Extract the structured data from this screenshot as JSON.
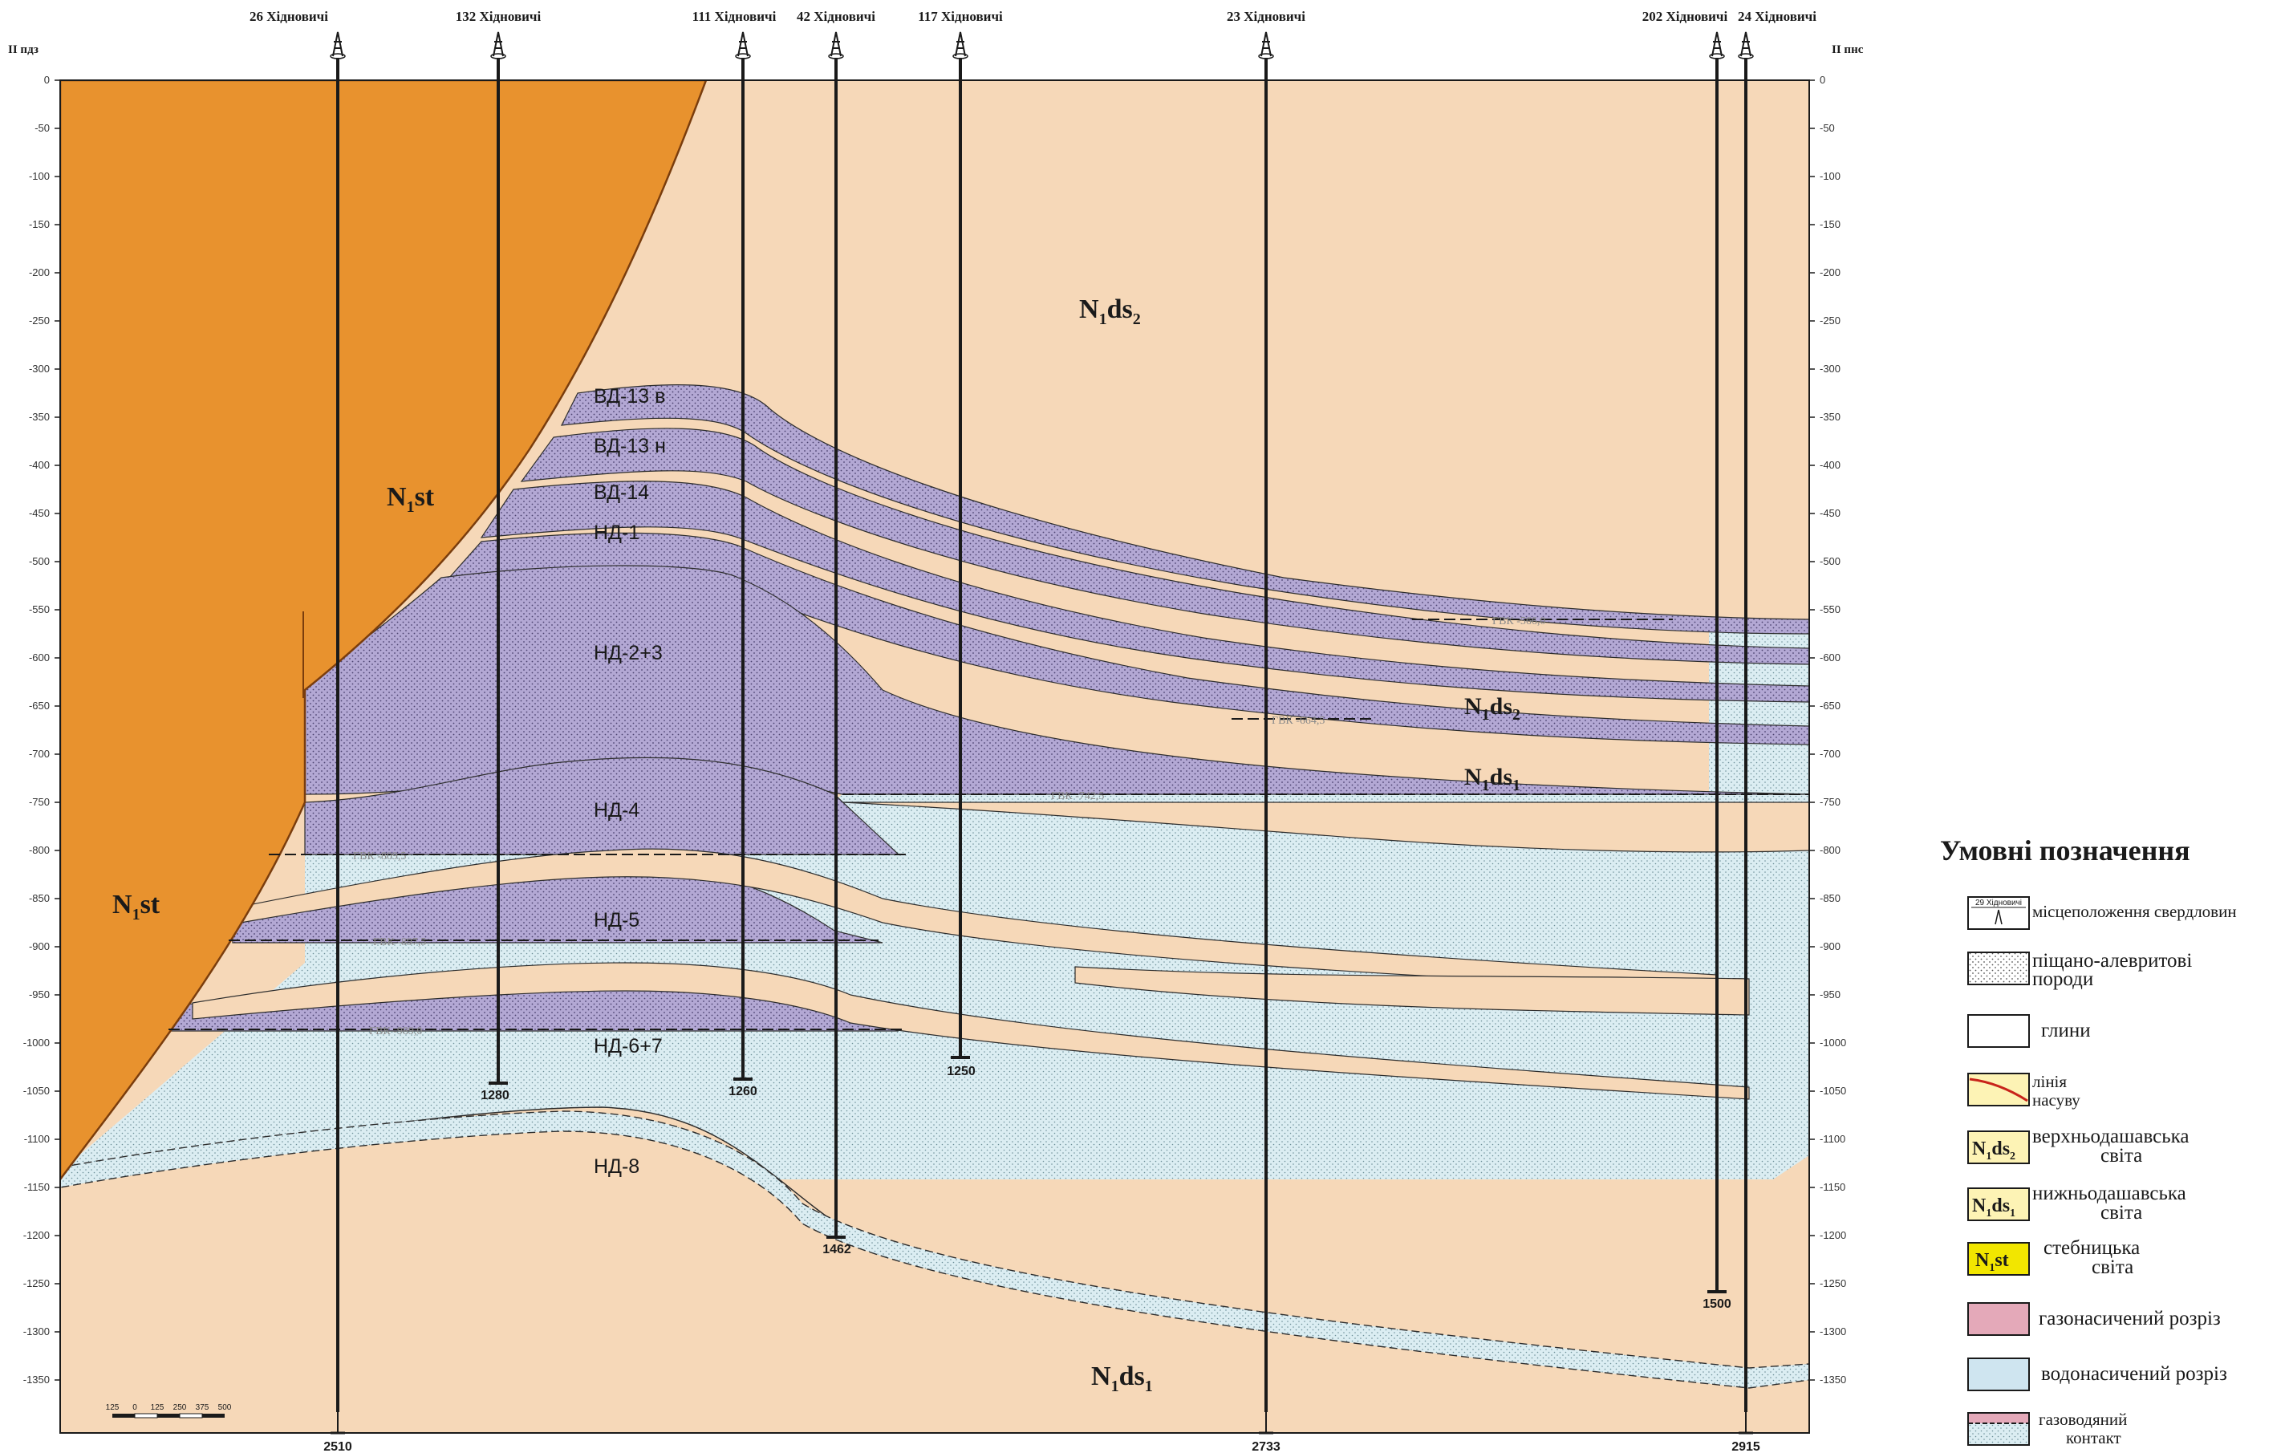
{
  "corner_labels": {
    "left": "II пдз",
    "right": "II пнс"
  },
  "wells": [
    {
      "name": "26 Хідновичі",
      "depth": "2510"
    },
    {
      "name": "132 Хідновичі",
      "depth": "1280"
    },
    {
      "name": "111 Хідновичі",
      "depth": "1260"
    },
    {
      "name": "42 Хідновичі",
      "depth": "1462"
    },
    {
      "name": "117 Хідновичі",
      "depth": "1250"
    },
    {
      "name": "23 Хідновичі",
      "depth": "2733"
    },
    {
      "name": "202 Хідновичі",
      "depth": "1500"
    },
    {
      "name": "24 Хідновичі",
      "depth": "2915"
    }
  ],
  "depth_axis": {
    "ticks": [
      "0",
      "-50",
      "-100",
      "-150",
      "-200",
      "-250",
      "-300",
      "-350",
      "-400",
      "-450",
      "-500",
      "-550",
      "-600",
      "-650",
      "-700",
      "-750",
      "-800",
      "-850",
      "-900",
      "-950",
      "-1000",
      "-1050",
      "-1100",
      "-1150",
      "-1200",
      "-1250",
      "-1300",
      "-1350"
    ]
  },
  "layers": {
    "vd13v": "ВД-13 в",
    "vd13n": "ВД-13 н",
    "vd14": "ВД-14",
    "nd1": "НД-1",
    "nd23": "НД-2+3",
    "nd4": "НД-4",
    "nd5": "НД-5",
    "nd67": "НД-6+7",
    "nd8": "НД-8"
  },
  "formations": {
    "nst_upper": {
      "main_a": "N",
      "sub": "1",
      "main_b": "st"
    },
    "nst_lower": {
      "main_a": "N",
      "sub": "1",
      "main_b": "st"
    },
    "nds2_top": {
      "main_a": "N",
      "sub_a": "1",
      "main_b": "ds",
      "sub_b": "2"
    },
    "nds2_mid": {
      "main_a": "N",
      "sub_a": "1",
      "main_b": "ds",
      "sub_b": "2"
    },
    "nds1_mid": {
      "main_a": "N",
      "sub_a": "1",
      "main_b": "ds",
      "sub_b": "1"
    },
    "nds1_bottom": {
      "main_a": "N",
      "sub_a": "1",
      "main_b": "ds",
      "sub_b": "1"
    }
  },
  "contacts": {
    "gwc_566": "ГВК -566,0",
    "gwc_664": "ГВК -664,5",
    "gwc_742": "ГВК -742,5",
    "gwc_809": "ГВК -809,5",
    "gwc_897": "ГВК -897,5",
    "gwc_989": "ГВК -989,0"
  },
  "scale_bar": {
    "labels": [
      "125",
      "0",
      "125",
      "250",
      "375",
      "500"
    ]
  },
  "legend": {
    "title": "Умовні позначення",
    "well_swatch_text": "29 Хідновичі",
    "items": {
      "well_location": "місцеположення свердловин",
      "sand_line1": "піщано-алевритові",
      "sand_line2": "породи",
      "clay": "глини",
      "thrust_line1": "лінія",
      "thrust_line2": "насуву",
      "upper_ds_line1": "верхньодашавська",
      "upper_ds_line2": "світа",
      "lower_ds_line1": "нижньодашавська",
      "lower_ds_line2": "світа",
      "stebnyk_line1": "стебницька",
      "stebnyk_line2": "світа",
      "gas": "газонасичений розріз",
      "water": "водонасичений розріз",
      "gwc_line1": "газоводяний",
      "gwc_line2": "контакт"
    }
  },
  "colors": {
    "stebnyk": "#e8922e",
    "clay": "#f6d8b8",
    "gas_sand": "#b3a8d4",
    "water_sand": "#dbedf2",
    "legend_gas": "#e4a9b9",
    "legend_water": "#cfe5f0",
    "legend_formation": "#fdf3b5",
    "legend_stebnyk": "#f2e600"
  }
}
